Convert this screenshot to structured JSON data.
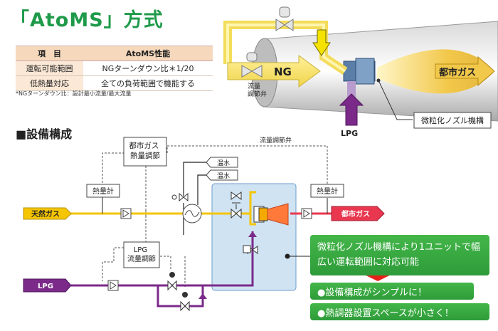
{
  "title": "「AtoMS」方式",
  "spec_table": {
    "headers": [
      "項　目",
      "AtoMS性能"
    ],
    "rows": [
      [
        "運転可能範囲",
        "NGターンダウン比＊1/20"
      ],
      [
        "低熱量対応",
        "全ての負荷範囲で機能する"
      ]
    ]
  },
  "note": "*NGターンダウン比：設計最小流量/最大流量",
  "section_title": "■設備構成",
  "burner_diagram": {
    "ng_label": "NG",
    "city_gas_label": "都市ガス",
    "lpg_label": "LPG",
    "flow_valve_label": "流量\n調節弁",
    "nozzle_label": "微粒化ノズル機構"
  },
  "system_diagram": {
    "heat_control_box": "都市ガス\n熱量調節",
    "flow_valve_label": "流量調節弁",
    "hot_water_in": "温水",
    "hot_water_out": "温水",
    "calorimeter_left": "熱量計",
    "calorimeter_right": "熱量計",
    "natural_gas_tag": "天然ガス",
    "city_gas_tag": "都市ガス",
    "lpg_control_box": "LPG\n流量調節",
    "lpg_tag": "LPG"
  },
  "callouts": {
    "main": "微粒化ノズル機構により1ユニットで幅広い運転範囲に対応可能",
    "benefit1": "●設備構成がシンプルに！",
    "benefit2": "●熱調器設置スペースが小さく！"
  },
  "colors": {
    "title_green": "#1f9a4a",
    "gas_yellow": "#f5c500",
    "city_gas_red": "#e8374f",
    "lpg_purple": "#7b2a8a",
    "callout_green": "#3aa845",
    "arrow_red": "#e8201a",
    "unit_blue": "#cfe3f2"
  }
}
